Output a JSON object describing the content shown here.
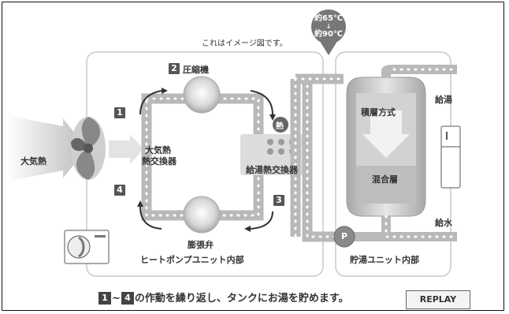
{
  "diagram": {
    "caption": "これはイメージ図です。",
    "temperature": {
      "low": "約65℃",
      "arrow": "↓",
      "high": "約90℃"
    },
    "compressor_label": "圧縮機",
    "compressor_step": "2",
    "step1": "1",
    "step3": "3",
    "step4": "4",
    "atmospheric_heat": "大気熱",
    "air_hx_line1": "大気熱",
    "air_hx_line2": "熱交換器",
    "heat_badge": "熱",
    "water_hx": "給湯熱交換器",
    "expansion_valve": "膨張弁",
    "heatpump_unit": "ヒートポンプユニット内部",
    "stratified": "積層方式",
    "mixed_layer": "混合層",
    "hot_water_out": "給湯",
    "water_supply": "給水",
    "pump": "P",
    "tank_unit": "貯湯ユニット内部"
  },
  "footer": {
    "step_first": "1",
    "tilde": "~",
    "step_last": "4",
    "message": "の作動を繰り返し、タンクにお湯を貯めます。",
    "replay_label": "REPLAY"
  },
  "colors": {
    "pipe": "#b9b9b9",
    "dot": "#ffffff",
    "box_border": "#c8c8c8",
    "badge": "#555555",
    "tank": "#cfcfcf"
  }
}
